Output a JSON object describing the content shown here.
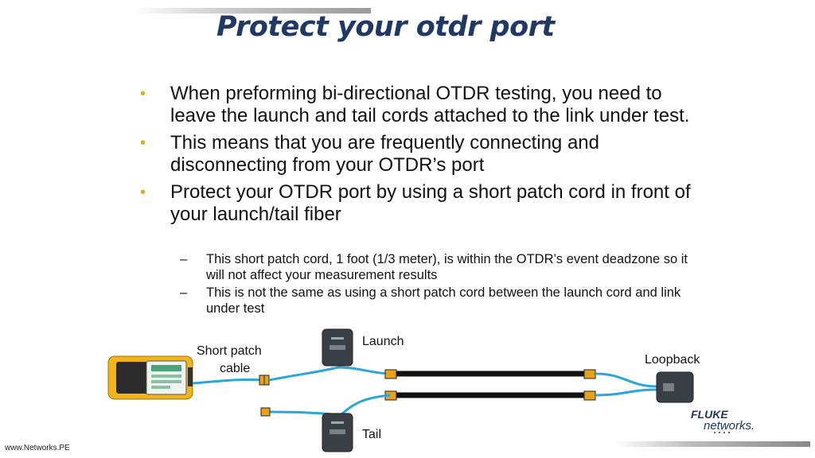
{
  "slide": {
    "title": "Protect your otdr port",
    "bullets": [
      {
        "marker": "•",
        "text": "When preforming bi-directional OTDR testing, you need to leave the launch and tail cords attached to the link under test."
      },
      {
        "marker": "•",
        "text": "This means that you are frequently connecting and disconnecting from your OTDR’s port"
      },
      {
        "marker": "•",
        "text": "Protect your OTDR port by using a short patch cord in front of your launch/tail fiber"
      }
    ],
    "sub_bullets": [
      {
        "marker": "–",
        "text": "This short patch cord, 1 foot (1/3 meter), is within the OTDR’s event deadzone so it will not affect your measurement results"
      },
      {
        "marker": "–",
        "text": "This is not the same as using a short patch cord between the launch cord and link under test"
      }
    ]
  },
  "diagram": {
    "labels": {
      "short_patch": "Short patch",
      "cable": "cable",
      "launch": "Launch",
      "loopback": "Loopback",
      "tail": "Tail"
    },
    "colors": {
      "fiber": "#2aa6d8",
      "cord": "#111111",
      "connector": "#e8a21a",
      "device_case": "#f2b418"
    }
  },
  "footer": {
    "url": "www.Networks.PE",
    "logo_line1": "FLUKE",
    "logo_line2": "networks."
  }
}
